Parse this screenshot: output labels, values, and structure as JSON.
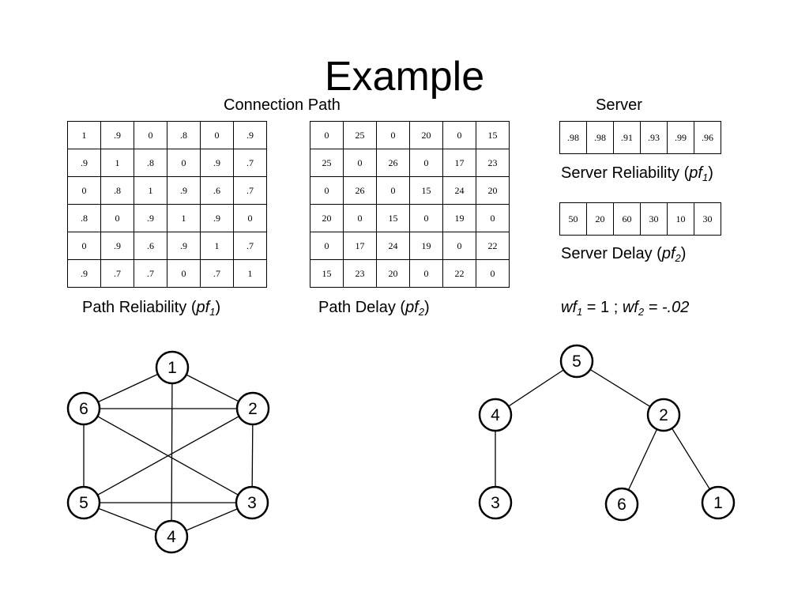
{
  "title": "Example",
  "headings": {
    "connection_path": "Connection Path",
    "server": "Server"
  },
  "path_reliability": {
    "caption": "Path Reliability",
    "symbol": "pf",
    "sub": "1",
    "rows": [
      [
        "1",
        ".9",
        "0",
        ".8",
        "0",
        ".9"
      ],
      [
        ".9",
        "1",
        ".8",
        "0",
        ".9",
        ".7"
      ],
      [
        "0",
        ".8",
        "1",
        ".9",
        ".6",
        ".7"
      ],
      [
        ".8",
        "0",
        ".9",
        "1",
        ".9",
        "0"
      ],
      [
        "0",
        ".9",
        ".6",
        ".9",
        "1",
        ".7"
      ],
      [
        ".9",
        ".7",
        ".7",
        "0",
        ".7",
        "1"
      ]
    ]
  },
  "path_delay": {
    "caption": "Path Delay",
    "symbol": "pf",
    "sub": "2",
    "rows": [
      [
        "0",
        "25",
        "0",
        "20",
        "0",
        "15"
      ],
      [
        "25",
        "0",
        "26",
        "0",
        "17",
        "23"
      ],
      [
        "0",
        "26",
        "0",
        "15",
        "24",
        "20"
      ],
      [
        "20",
        "0",
        "15",
        "0",
        "19",
        "0"
      ],
      [
        "0",
        "17",
        "24",
        "19",
        "0",
        "22"
      ],
      [
        "15",
        "23",
        "20",
        "0",
        "22",
        "0"
      ]
    ]
  },
  "server_reliability": {
    "caption": "Server Reliability",
    "symbol": "pf",
    "sub": "1",
    "values": [
      ".98",
      ".98",
      ".91",
      ".93",
      ".99",
      ".96"
    ]
  },
  "server_delay": {
    "caption": "Server Delay",
    "symbol": "pf",
    "sub": "2",
    "values": [
      "50",
      "20",
      "60",
      "30",
      "10",
      "30"
    ]
  },
  "weights": {
    "wf1_symbol": "wf",
    "wf1_sub": "1",
    "wf1_value": " = 1 ; ",
    "wf2_symbol": "wf",
    "wf2_sub": "2",
    "wf2_value": " = -.02"
  },
  "network_graph": {
    "nodes": [
      "1",
      "2",
      "3",
      "4",
      "5",
      "6"
    ],
    "edges": [
      [
        "1",
        "2"
      ],
      [
        "1",
        "6"
      ],
      [
        "1",
        "4"
      ],
      [
        "2",
        "6"
      ],
      [
        "2",
        "3"
      ],
      [
        "2",
        "5"
      ],
      [
        "6",
        "5"
      ],
      [
        "6",
        "3"
      ],
      [
        "5",
        "3"
      ],
      [
        "5",
        "4"
      ],
      [
        "3",
        "4"
      ]
    ]
  },
  "tree_graph": {
    "nodes": [
      "5",
      "4",
      "2",
      "3",
      "6",
      "1"
    ],
    "edges": [
      [
        "5",
        "4"
      ],
      [
        "5",
        "2"
      ],
      [
        "4",
        "3"
      ],
      [
        "2",
        "6"
      ],
      [
        "2",
        "1"
      ]
    ]
  }
}
